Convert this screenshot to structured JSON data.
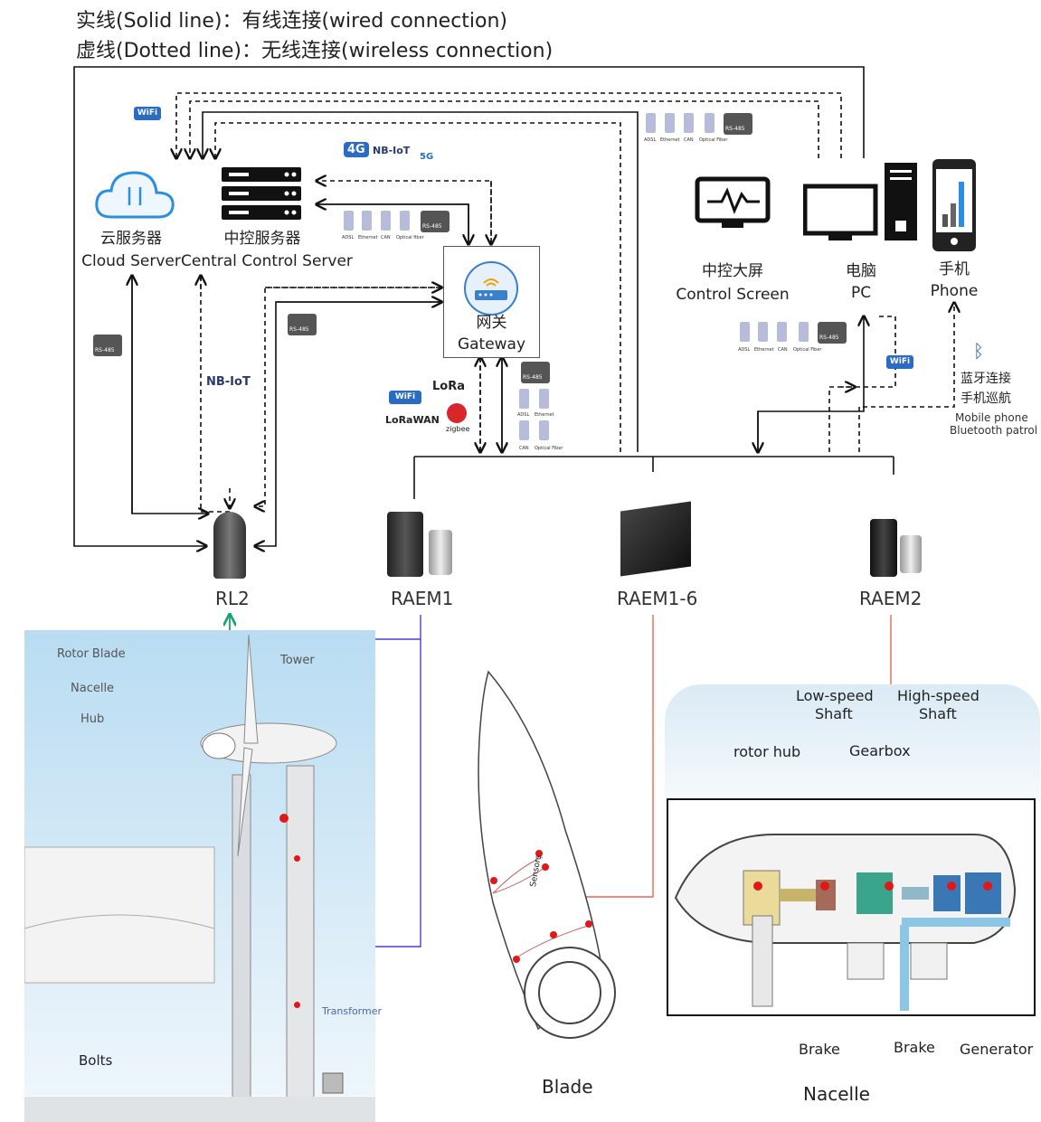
{
  "legend": {
    "solid": "实线(Solid line)：有线连接(wired connection)",
    "dotted": "虚线(Dotted line)：无线连接(wireless connection)"
  },
  "nodes": {
    "cloud": {
      "cn": "云服务器",
      "en": "Cloud Server"
    },
    "central": {
      "cn": "中控服务器",
      "en": "Central Control Server"
    },
    "gateway": {
      "cn": "网关",
      "en": "Gateway"
    },
    "screen": {
      "cn": "中控大屏",
      "en": "Control Screen"
    },
    "pc": {
      "cn": "电脑",
      "en": "PC"
    },
    "phone": {
      "cn": "手机",
      "en": "Phone"
    }
  },
  "bluetooth": {
    "cn1": "蓝牙连接",
    "cn2": "手机巡航",
    "en1": "Mobile phone",
    "en2": "Bluetooth patrol"
  },
  "badges": {
    "wifi": "WiFi",
    "rs485": "RS-485",
    "nbiot": "NB-IoT",
    "g4": "4G",
    "g5": "5G",
    "lora": "LoRa",
    "lorawan": "LoRaWAN",
    "zigbee": "zigbee",
    "adsl": "ADSL",
    "ethernet": "Ethernet",
    "can": "CAN",
    "fiber": "Optical Fiber",
    "fiber2": "Optical fiber"
  },
  "devices": {
    "rl2": "RL2",
    "raem1": "RAEM1",
    "raem16": "RAEM1-6",
    "raem2": "RAEM2"
  },
  "turbine": {
    "rotor_blade": "Rotor Blade",
    "nacelle": "Nacelle",
    "hub": "Hub",
    "tower": "Tower",
    "transformer": "Transformer",
    "bolts": "Bolts"
  },
  "blade": {
    "sensors": "Sensors",
    "caption": "Blade"
  },
  "nacelle_view": {
    "low_speed_1": "Low-speed",
    "low_speed_2": "Shaft",
    "high_speed_1": "High-speed",
    "high_speed_2": "Shaft",
    "rotor_hub": "rotor hub",
    "gearbox": "Gearbox",
    "brake1": "Brake",
    "brake2": "Brake",
    "generator": "Generator",
    "caption": "Nacelle"
  },
  "colors": {
    "wired": "#111111",
    "blue_link": "#4a3fd9",
    "green_link": "#17a36b",
    "red_link": "#e8694a",
    "accent": "#2a6bc4"
  }
}
